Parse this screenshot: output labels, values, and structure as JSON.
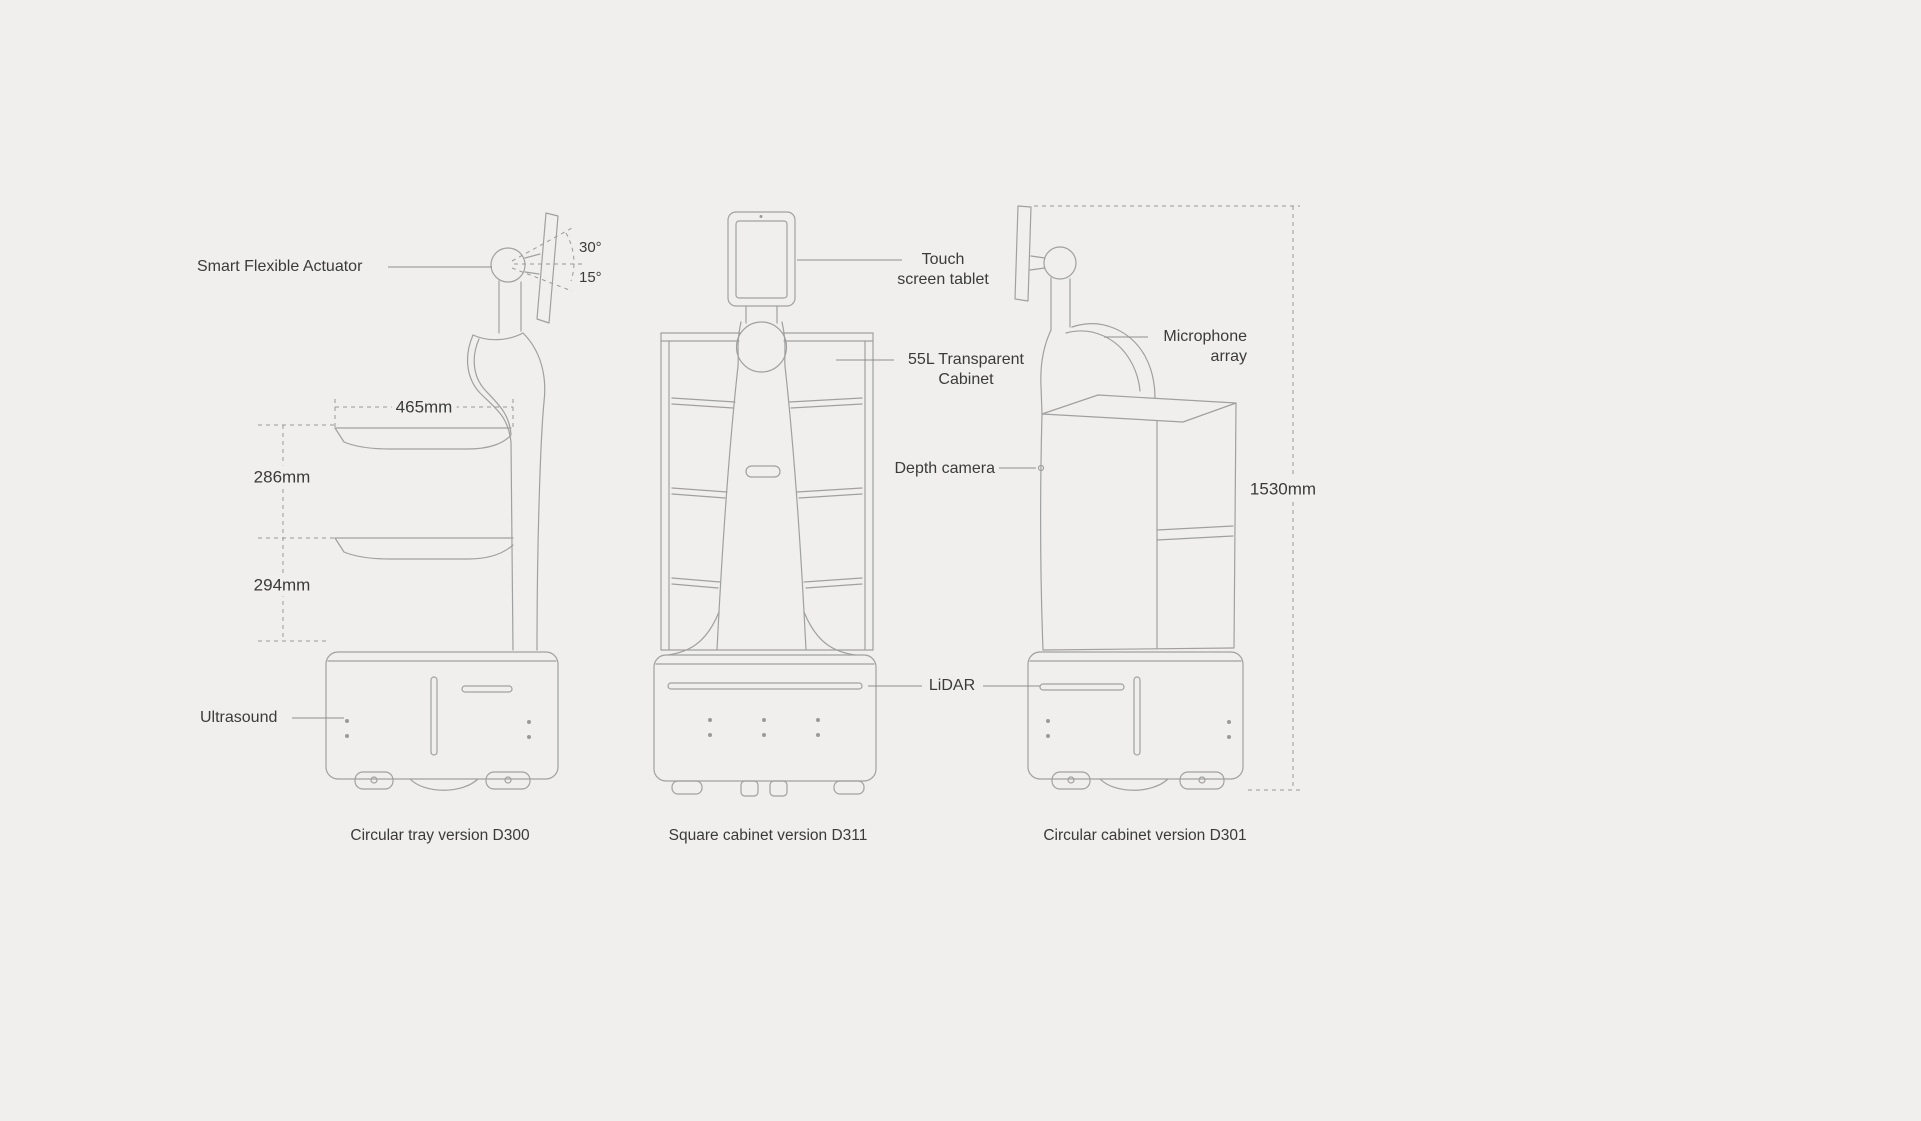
{
  "page": {
    "background": "#f0efed"
  },
  "colors": {
    "line": "#a0a0a0",
    "leader": "#8f8f8f",
    "text": "#3b3b3b"
  },
  "annotations": {
    "smart_flexible_actuator": "Smart Flexible Actuator",
    "angle_upper": "30°",
    "angle_lower": "15°",
    "ultrasound": "Ultrasound",
    "touch_screen_tablet": "Touch\nscreen tablet",
    "transparent_cabinet": "55L Transparent\nCabinet",
    "depth_camera": "Depth camera",
    "lidar": "LiDAR",
    "microphone_array": "Microphone\narray"
  },
  "dimensions": {
    "tray_width": "465mm",
    "upper_gap": "286mm",
    "lower_gap": "294mm",
    "overall_height": "1530mm"
  },
  "captions": {
    "left": "Circular tray version D300",
    "middle": "Square cabinet version D311",
    "right": "Circular cabinet version D301"
  }
}
